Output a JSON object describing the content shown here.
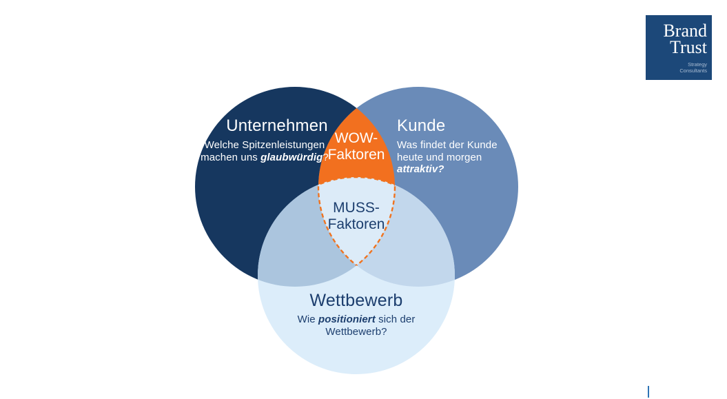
{
  "venn": {
    "colors": {
      "unternehmen": "#16375F",
      "kunde": "#6A8BB8",
      "wettbewerb": "#DCEDFA",
      "unternehmen_wettbewerb_overlap": "#ABC5DE",
      "kunde_wettbewerb_overlap": "#C2D7EC",
      "wow": "#F2701F",
      "muss": "#DCEBF8",
      "muss_border": "#F0731F",
      "text_dark": "#1C3E6E",
      "text_light": "#FFFFFF"
    },
    "circles": {
      "unternehmen": {
        "title": "Unternehmen",
        "desc_prefix": "Welche Spitzenleistungen machen uns ",
        "desc_emphasis": "glaubwürdig",
        "desc_suffix": "?"
      },
      "kunde": {
        "title": "Kunde",
        "desc_prefix": "Was findet der Kunde heute und morgen ",
        "desc_emphasis": "attraktiv?",
        "desc_suffix": ""
      },
      "wettbewerb": {
        "title": "Wettbewerb",
        "desc_prefix": "Wie ",
        "desc_emphasis": "positioniert",
        "desc_suffix": " sich der Wettbewerb?"
      }
    },
    "intersections": {
      "wow": {
        "line1": "WOW-",
        "line2": "Faktoren"
      },
      "muss": {
        "line1": "MUSS-",
        "line2": "Faktoren"
      }
    }
  },
  "logo": {
    "line1": "Brand",
    "line2": "Trust",
    "subline1": "Strategy",
    "subline2": "Consultants",
    "bg_color": "#1C4879",
    "sub_color": "#A9BCD3"
  },
  "footer": {
    "tick_color": "#2E74B5"
  }
}
